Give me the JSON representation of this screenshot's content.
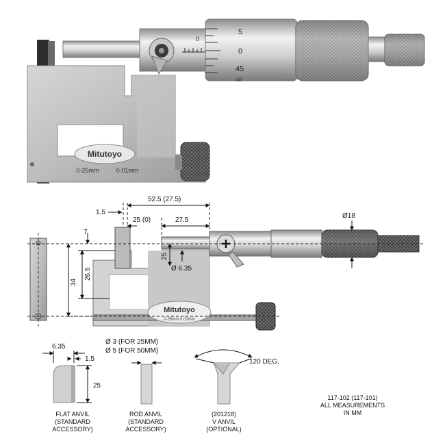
{
  "photo": {
    "brand": "Mitutoyo",
    "range": "0-25mm",
    "resolution": "0.01mm",
    "thimble_ticks": [
      "5",
      "0",
      "45",
      "40"
    ],
    "sleeve_mark": "0"
  },
  "drawing": {
    "brand": "Mitutoyo",
    "frame_text": "0-25mm  0.01mm",
    "dims": {
      "total_length": "52.5 (27.5)",
      "anvil_offset": "1.5",
      "spindle_travel": "25 (0)",
      "spindle_length": "27.5",
      "thimble_dia": "Ø18",
      "throat_top": "7",
      "height_total": "34",
      "height_throat": "26.5",
      "spindle_height": "25",
      "spindle_dia": "Ø 6.35"
    }
  },
  "anvils": [
    {
      "name": "flat",
      "dim_width": "6.35",
      "dim_tip": "1.5",
      "dim_height": "25",
      "caption": [
        "FLAT ANVIL",
        "(STANDARD",
        "ACCESSORY)"
      ]
    },
    {
      "name": "rod",
      "dim_lines": [
        "Ø 3 (FOR 25MM)",
        "Ø 5 (FOR 50MM)"
      ],
      "caption": [
        "ROD ANVIL",
        "(STANDARD",
        "ACCESSORY)"
      ]
    },
    {
      "name": "v",
      "angle": "120 DEG.",
      "caption": [
        "(201218)",
        "V ANVIL",
        "(OPTIONAL)"
      ]
    }
  ],
  "note": [
    "117-102 (117-101)",
    "ALL MEASUREMENTS",
    "IN MM"
  ]
}
